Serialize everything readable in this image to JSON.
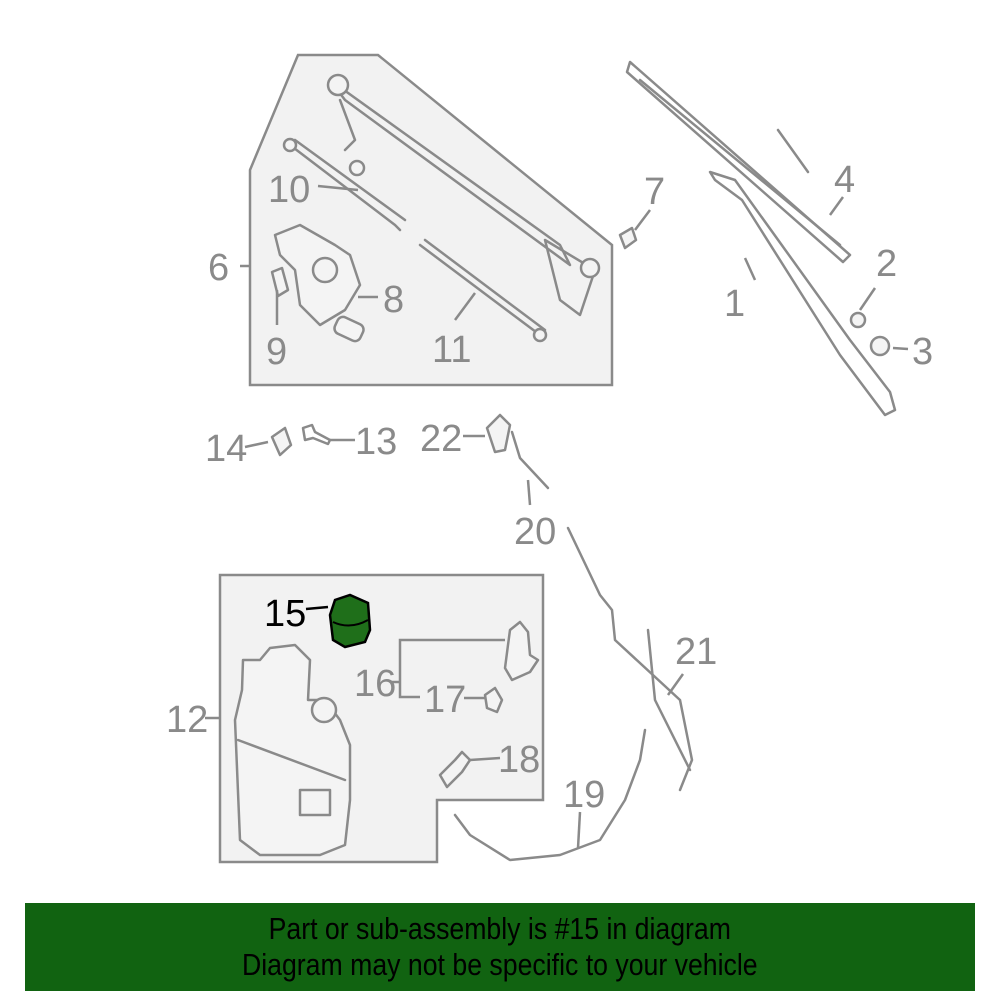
{
  "diagram": {
    "highlight_color": "#1f6f1a",
    "callouts": {
      "c1": "1",
      "c2": "2",
      "c3": "3",
      "c4": "4",
      "c6": "6",
      "c7": "7",
      "c8": "8",
      "c9": "9",
      "c10": "10",
      "c11": "11",
      "c12": "12",
      "c13": "13",
      "c14": "14",
      "c15": "15",
      "c16": "16",
      "c17": "17",
      "c18": "18",
      "c19": "19",
      "c20": "20",
      "c21": "21",
      "c22": "22"
    }
  },
  "banner": {
    "color": "#116311",
    "line1": "Part or sub-assembly is #15 in diagram",
    "line2": "Diagram may not be specific to your vehicle"
  }
}
